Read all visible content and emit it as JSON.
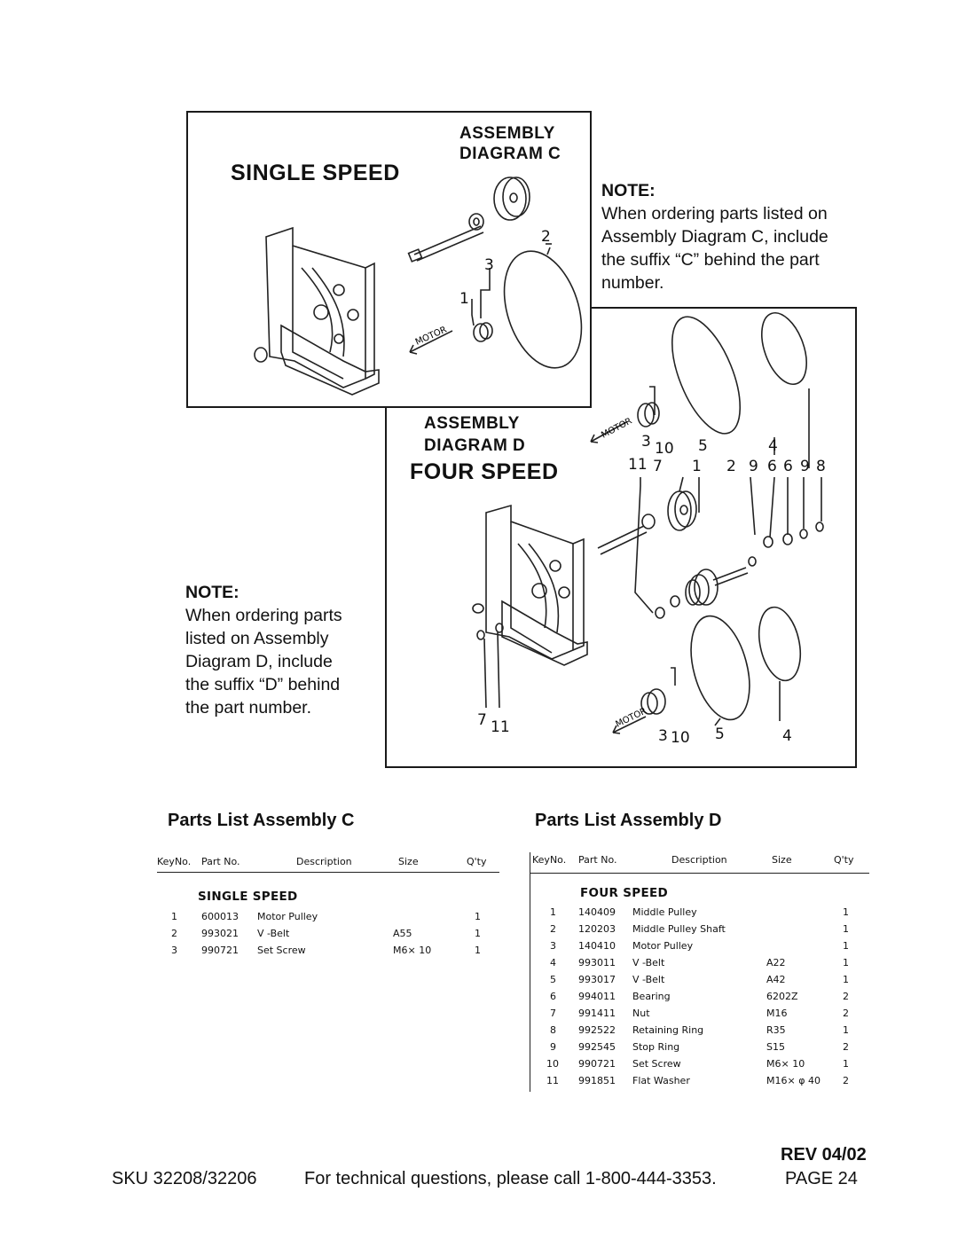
{
  "diagram_c": {
    "heading_line1": "ASSEMBLY",
    "heading_line2": "DIAGRAM C",
    "title": "SINGLE SPEED",
    "motor_label": "MOTOR",
    "callouts": [
      "1",
      "2",
      "3"
    ]
  },
  "note_c": {
    "title": "NOTE:",
    "lines": [
      "When ordering parts listed on",
      "Assembly Diagram C, include",
      "the suffix “C” behind the part",
      "number."
    ]
  },
  "diagram_d": {
    "heading_line1": "ASSEMBLY",
    "heading_line2": "DIAGRAM D",
    "title": "FOUR SPEED",
    "motor_label": "MOTOR",
    "callouts_top": [
      "3",
      "10",
      "5",
      "4"
    ],
    "callouts_row": [
      "11",
      "7",
      "1",
      "2",
      "9",
      "6",
      "6",
      "9",
      "8"
    ],
    "callouts_bottom_left": [
      "7",
      "11"
    ],
    "callouts_bottom_right": [
      "3",
      "10",
      "5",
      "4"
    ]
  },
  "note_d": {
    "title": "NOTE:",
    "lines": [
      "When ordering parts",
      "listed on Assembly",
      "Diagram D, include",
      "the suffix “D” behind",
      "the part number."
    ]
  },
  "parts_c": {
    "title": "Parts List Assembly C",
    "columns": [
      "KeyNo.",
      "Part No.",
      "Description",
      "Size",
      "Q'ty"
    ],
    "section": "SINGLE SPEED",
    "rows": [
      [
        "1",
        "600013",
        "Motor Pulley",
        "",
        "1"
      ],
      [
        "2",
        "993021",
        "V -Belt",
        "A55",
        "1"
      ],
      [
        "3",
        "990721",
        "Set Screw",
        "M6× 10",
        "1"
      ]
    ]
  },
  "parts_d": {
    "title": "Parts List Assembly D",
    "columns": [
      "KeyNo.",
      "Part No.",
      "Description",
      "Size",
      "Q'ty"
    ],
    "section": "FOUR SPEED",
    "rows": [
      [
        "1",
        "140409",
        "Middle Pulley",
        "",
        "1"
      ],
      [
        "2",
        "120203",
        "Middle Pulley Shaft",
        "",
        "1"
      ],
      [
        "3",
        "140410",
        "Motor Pulley",
        "",
        "1"
      ],
      [
        "4",
        "993011",
        "V -Belt",
        "A22",
        "1"
      ],
      [
        "5",
        "993017",
        "V -Belt",
        "A42",
        "1"
      ],
      [
        "6",
        "994011",
        "Bearing",
        "6202Z",
        "2"
      ],
      [
        "7",
        "991411",
        "Nut",
        "M16",
        "2"
      ],
      [
        "8",
        "992522",
        "Retaining Ring",
        "R35",
        "1"
      ],
      [
        "9",
        "992545",
        "Stop Ring",
        "S15",
        "2"
      ],
      [
        "10",
        "990721",
        "Set Screw",
        "M6× 10",
        "1"
      ],
      [
        "11",
        "991851",
        "Flat Washer",
        "M16× φ 40",
        "2"
      ]
    ]
  },
  "footer": {
    "rev": "REV 04/02",
    "sku": "SKU 32208/32206",
    "tech": "For technical questions, please call 1-800-444-3353.",
    "page": "PAGE 24"
  }
}
